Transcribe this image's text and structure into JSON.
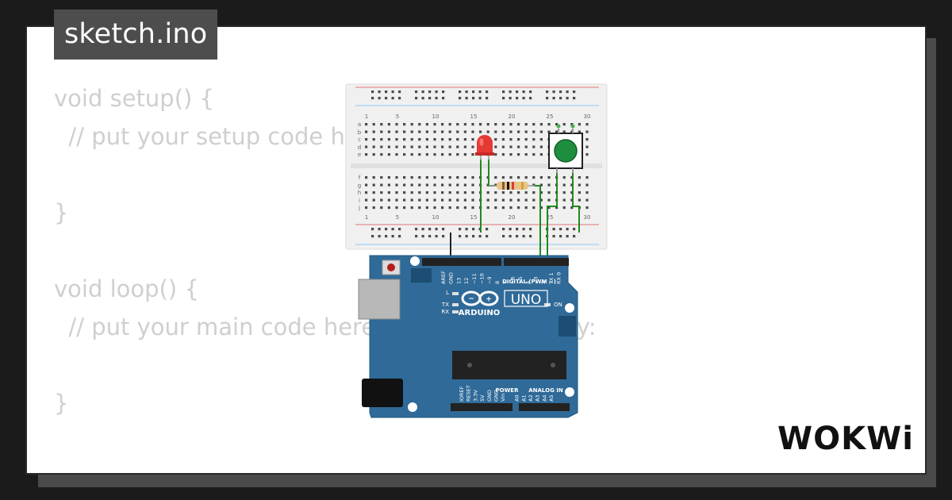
{
  "file_tab": {
    "title": "sketch.ino"
  },
  "code_lines": [
    "void setup() {",
    "  // put your setup code here, to run once:",
    "",
    "}",
    "",
    "void loop() {",
    "  // put your main code here, to run repeatedly:",
    "",
    "}"
  ],
  "breadboard": {
    "column_labels": [
      "1",
      "5",
      "10",
      "15",
      "20",
      "25",
      "30"
    ],
    "row_labels_top": [
      "a",
      "b",
      "c",
      "d",
      "e"
    ],
    "row_labels_bottom": [
      "f",
      "g",
      "h",
      "i",
      "j"
    ]
  },
  "arduino": {
    "board_name": "UNO",
    "brand": "ARDUINO",
    "digital_header_label": "DIGITAL (PWM ~)",
    "digital_pins": [
      "AREF",
      "GND",
      "13",
      "12",
      "~11",
      "~10",
      "~9",
      "8",
      "7",
      "~6",
      "~5",
      "4",
      "~3",
      "2",
      "TX 1",
      "RX 0"
    ],
    "power_header_label": "POWER",
    "analog_header_label": "ANALOG IN",
    "power_pins": [
      "IOREF",
      "RESET",
      "3.3V",
      "5V",
      "GND",
      "GND",
      "Vin"
    ],
    "analog_pins": [
      "A0",
      "A1",
      "A2",
      "A3",
      "A4",
      "A5"
    ],
    "led_labels": {
      "l": "L",
      "tx": "TX",
      "rx": "RX",
      "on": "ON"
    }
  },
  "logo": {
    "text": "WOKWi"
  },
  "colors": {
    "background": "#1b1b1b",
    "card": "#ffffff",
    "tab": "#4d4d4d",
    "code_text": "#cfcfcf",
    "board": "#2f6a98",
    "wire": "#1f8a1f",
    "led": "#e53935",
    "button": "#1e8e3e"
  }
}
